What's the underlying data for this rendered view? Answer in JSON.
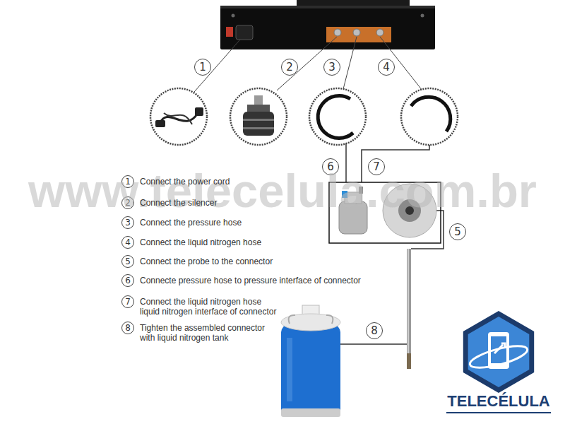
{
  "diagram": {
    "nodes": [
      {
        "text": [
          "1"
        ]
      },
      {
        "text": [
          "2"
        ]
      },
      {
        "text": [
          "3"
        ]
      },
      {
        "text": [
          "4"
        ]
      },
      {
        "text": [
          "6"
        ]
      },
      {
        "text": [
          "7"
        ]
      },
      {
        "text": [
          "5"
        ]
      },
      {
        "text": [
          "8"
        ]
      },
      {
        "text": [
          "1"
        ]
      },
      {
        "text": [
          "2"
        ]
      },
      {
        "text": [
          "3"
        ]
      },
      {
        "text": [
          "4"
        ]
      },
      {
        "text": [
          "5"
        ]
      },
      {
        "text": [
          "6"
        ]
      },
      {
        "text": [
          "7"
        ]
      },
      {
        "text": [
          "8"
        ]
      }
    ],
    "labels": [
      "www.telecelula.com.br",
      "Connect the power cord",
      "Connect the silencer",
      "Connect the pressure hose",
      "Connect the liquid nitrogen hose",
      "Connect the probe to the connector",
      "Connecte pressure hose to pressure interface of connector",
      "Connect the liquid nitrogen hose liquid nitrogen interface of connector",
      "Tighten the assembled connector with liquid nitrogen tank",
      "TELECÉLULA"
    ]
  }
}
